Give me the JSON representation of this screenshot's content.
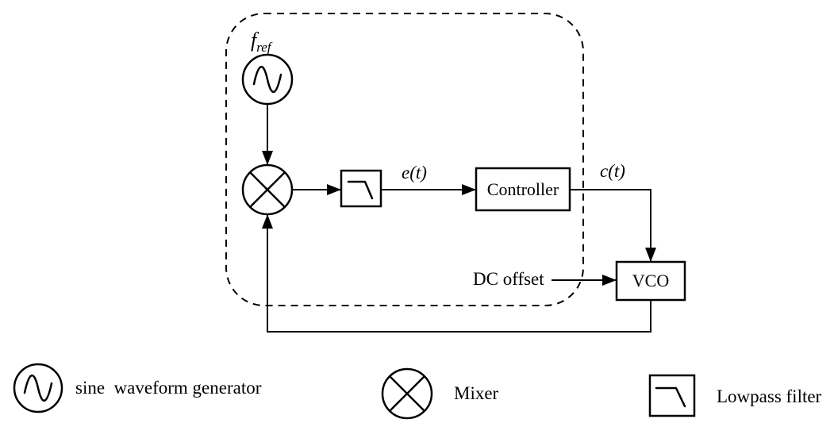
{
  "diagram": {
    "type": "block-diagram",
    "background_color": "#ffffff",
    "line_color": "#000000",
    "boundary": {
      "style": "dashed-rounded-rect"
    },
    "labels": {
      "reference": {
        "base": "f",
        "sub": "ref"
      },
      "error_signal": "e(t)",
      "control_signal": "c(t)",
      "controller": "Controller",
      "vco": "VCO",
      "dc_offset": "DC offset"
    },
    "legend": {
      "items": [
        {
          "symbol": "sine-waveform-generator",
          "label": "sine  waveform generator"
        },
        {
          "symbol": "mixer",
          "label": "Mixer"
        },
        {
          "symbol": "lowpass-filter",
          "label": "Lowpass filter"
        }
      ]
    }
  }
}
